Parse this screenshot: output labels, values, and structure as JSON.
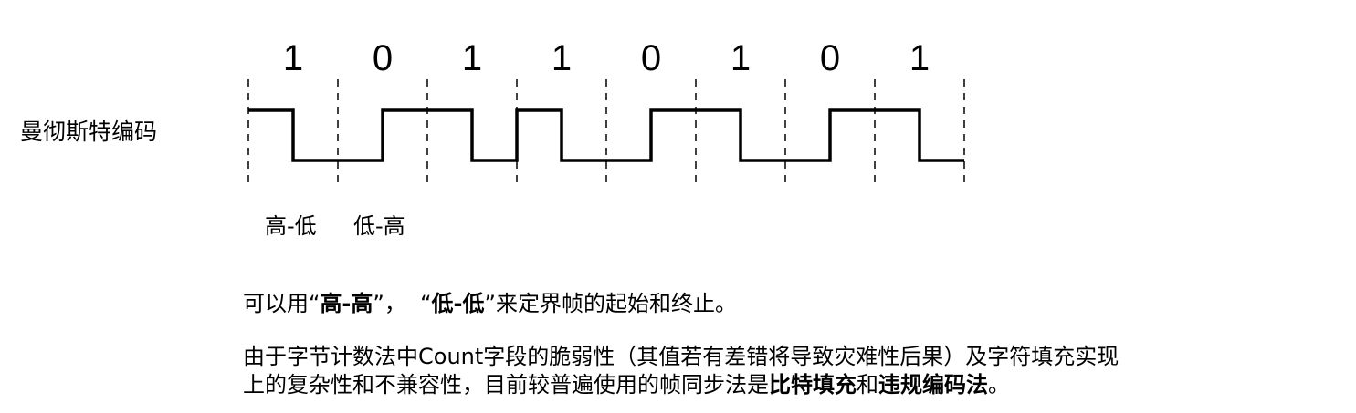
{
  "diagram": {
    "encoding_label": "曼彻斯特编码",
    "bits": [
      "1",
      "0",
      "1",
      "1",
      "0",
      "1",
      "0",
      "1"
    ],
    "transition_labels": [
      "高-低",
      "低-高"
    ],
    "colors": {
      "line": "#000000",
      "background": "#ffffff"
    }
  },
  "paragraph1": {
    "pre": "可以用",
    "q1_open": "“",
    "q1_text": "高-高",
    "q1_close": "”，",
    "q2_open": "“",
    "q2_text": "低-低",
    "q2_close": "”",
    "post": "来定界帧的起始和终止。"
  },
  "paragraph2": {
    "line1": "由于字节计数法中Count字段的脆弱性（其值若有差错将导致灾难性后果）及字符填充实现",
    "line2_pre": "上的复杂性和不兼容性，目前较普遍使用的帧同步法是",
    "bold1": "比特填充",
    "mid": "和",
    "bold2": "违规编码法",
    "end": "。"
  }
}
